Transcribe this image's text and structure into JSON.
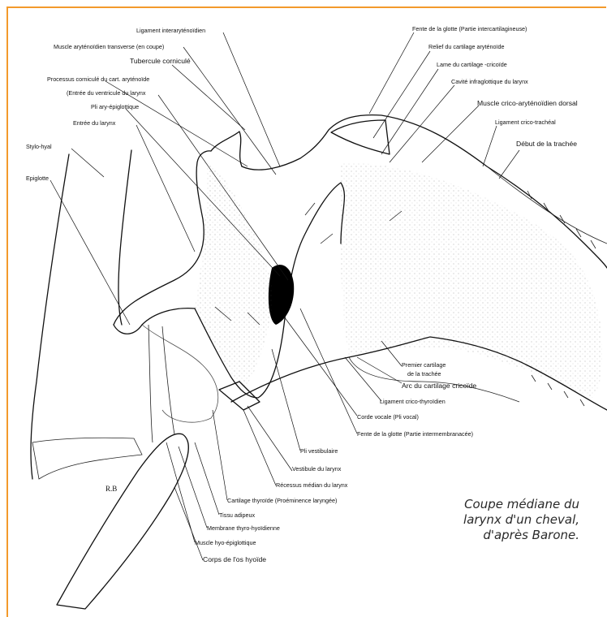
{
  "labels": {
    "ligament_interarytenoidien": "Ligament interaryténoïdien",
    "muscle_arytenoidien": "Muscle aryténoïdien transverse (en coupe)",
    "tubercule_corniculé": "Tubercule corniculé",
    "processus_cornicule": "Processus corniculé du cart. aryténoïde",
    "entree_ventricule": "(Entrée du ventricule du larynx",
    "pli_ary_epiglottique": "Pli ary-épiglottique",
    "entree_larynx": "Entrée du larynx",
    "stylo_hyal": "Stylo-hyal",
    "epiglotte": "Epiglotte",
    "fente_glotte_intercart": "Fente de la glotte (Partie intercartilagineuse)",
    "relief_arytenoide": "Relief du cartilage aryténoïde",
    "lame_cricoide": "Lame du cartilage -cricoïde",
    "cavite_infraglottique": "Cavité infraglottique du larynx",
    "muscle_crico_arytenoidien": "Muscle crico-aryténoïdien dorsal",
    "ligament_crico_tracheal": "Ligament crico-trachéal",
    "debut_trachee": "Début de la trachée",
    "premier_cartilage_1": "Premier cartilage",
    "premier_cartilage_2": "de la trachée",
    "arc_cricoide": "Arc du cartilage cricoïde",
    "ligament_crico_thyroidien": "Ligament crico-thyroïdien",
    "corde_vocale": "Corde vocale (Pli vocal)",
    "fente_glotte_intermemb": "Fente de la glotte (Partie intermembranacée)",
    "pli_vestibulaire": "Pli vestibulaire",
    "vestibule": "Vestibule du larynx",
    "recessus": "Récessus médian du larynx",
    "cartilage_thyroide": "Cartilage thyroïde (Proéminence laryngée)",
    "tissu_adipeux": "Tissu adipeux",
    "membrane_thyro_hyoidienne": "Membrane thyro-hyoïdienne",
    "muscle_hyo_epiglottique": "Muscle hyo-épiglottique",
    "corps_os_hyoide": "Corps de l'os hyoïde",
    "signature": "R.B"
  },
  "caption": {
    "line1": "Coupe médiane du",
    "line2": "larynx d'un cheval,",
    "line3": "d'après Barone."
  },
  "colors": {
    "frame": "#f39a2b",
    "ink": "#111111"
  }
}
